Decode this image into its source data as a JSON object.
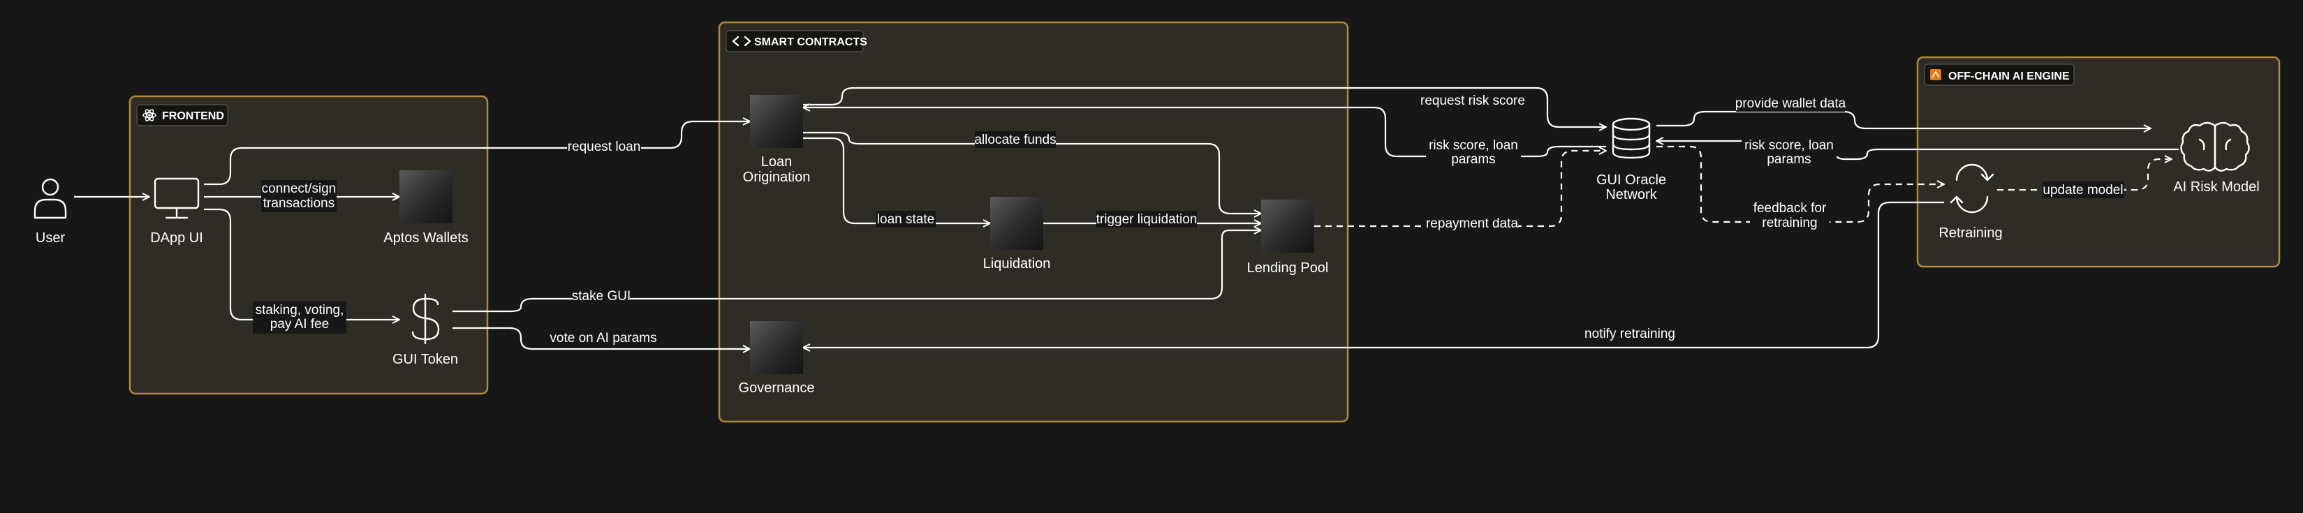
{
  "groups": {
    "frontend": "FRONTEND",
    "smart_contracts": "SMART CONTRACTS",
    "offchain": "OFF-CHAIN AI ENGINE"
  },
  "nodes": {
    "user": "User",
    "dapp_ui": "DApp UI",
    "aptos_wallets": "Aptos Wallets",
    "gui_token": "GUI Token",
    "loan_origination_1": "Loan",
    "loan_origination_2": "Origination",
    "liquidation": "Liquidation",
    "lending_pool": "Lending Pool",
    "governance": "Governance",
    "oracle_1": "GUI Oracle",
    "oracle_2": "Network",
    "retraining": "Retraining",
    "ai_risk_model": "AI Risk Model"
  },
  "edges": {
    "request_loan": "request loan",
    "connect_1": "connect/sign",
    "connect_2": "transactions",
    "staking_1": "staking, voting,",
    "staking_2": "pay AI fee",
    "stake_gui": "stake GUI",
    "vote_ai": "vote on AI params",
    "allocate_funds": "allocate funds",
    "loan_state": "loan state",
    "trigger_liquidation": "trigger liquidation",
    "request_risk": "request risk score",
    "risk_loan_1": "risk score, loan",
    "risk_loan_2": "params",
    "repayment_data": "repayment data",
    "provide_wallet": "provide wallet data",
    "risk_loan_b1": "risk score, loan",
    "risk_loan_b2": "params",
    "feedback_1": "feedback for",
    "feedback_2": "retraining",
    "update_model": "update model",
    "notify_retraining": "notify retraining"
  }
}
